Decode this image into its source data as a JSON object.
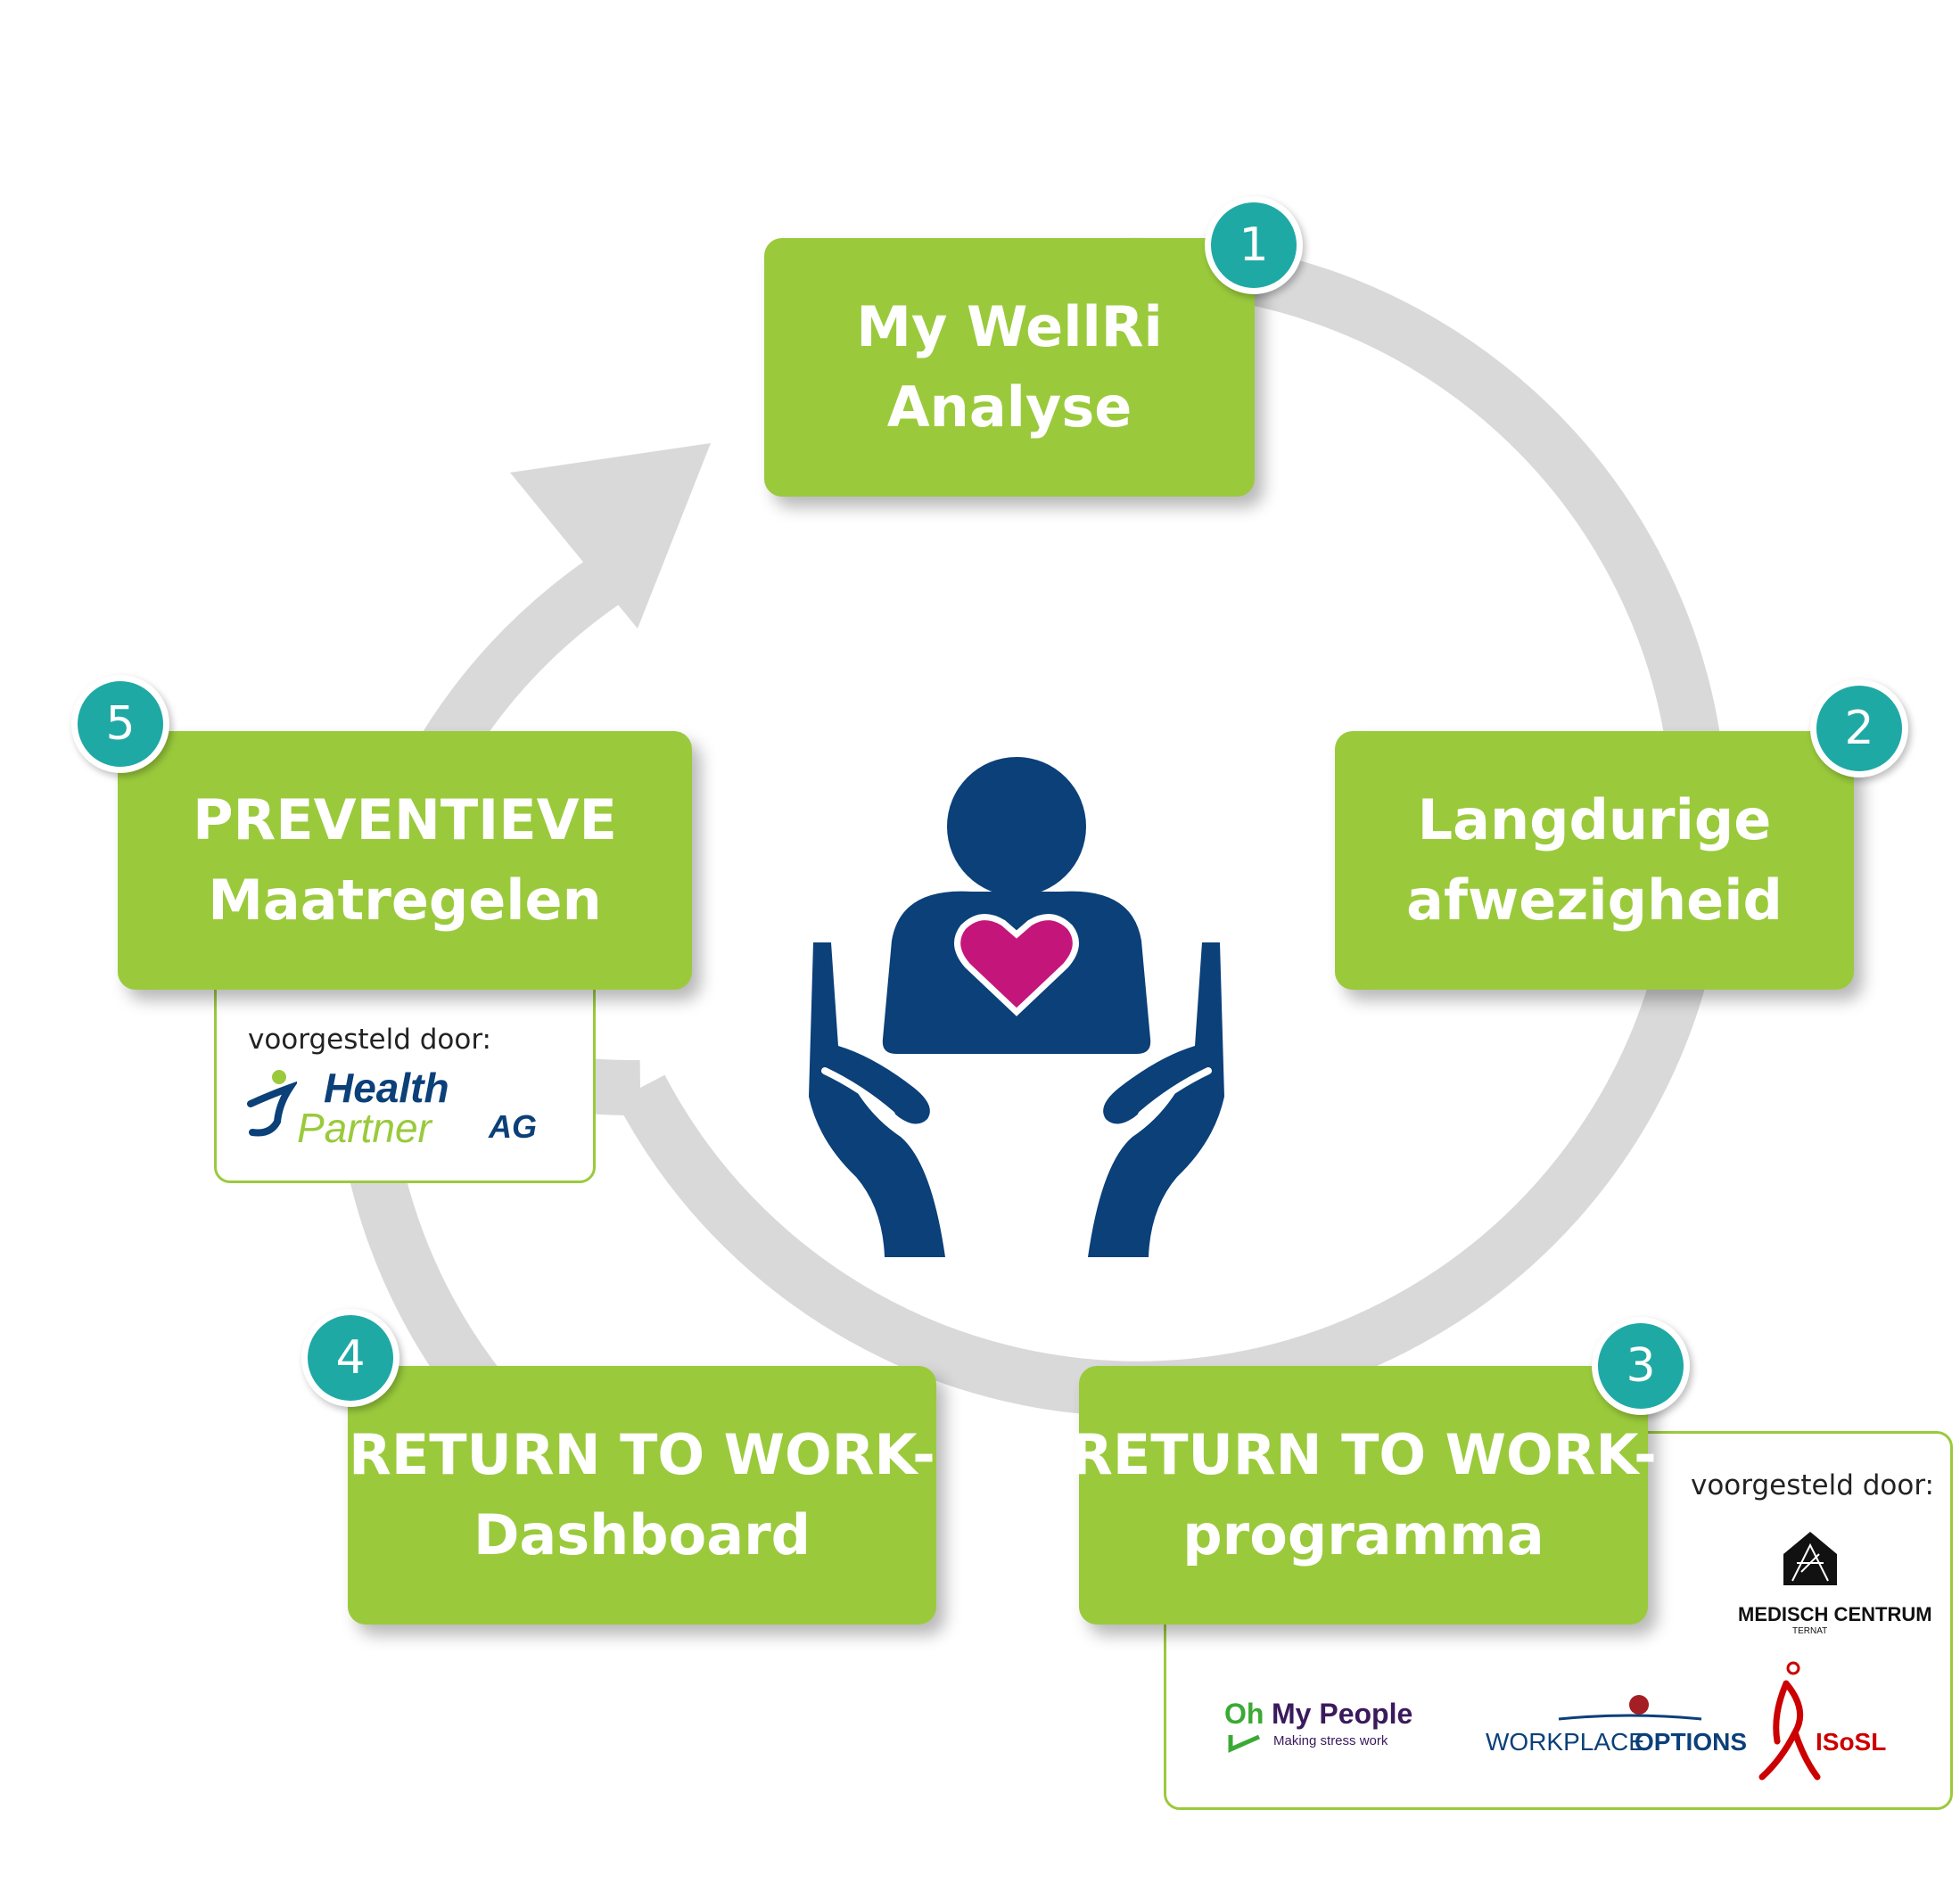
{
  "steps": [
    {
      "number": "1",
      "line1": "My WellRi",
      "line2": "Analyse"
    },
    {
      "number": "2",
      "line1": "Langdurige",
      "line2": "afwezigheid"
    },
    {
      "number": "3",
      "line1": "RETURN TO WORK-",
      "line2": "programma"
    },
    {
      "number": "4",
      "line1": "RETURN TO WORK-",
      "line2": "Dashboard"
    },
    {
      "number": "5",
      "line1": "PREVENTIEVE",
      "line2": "Maatregelen"
    }
  ],
  "sponsors_step5": {
    "label": "voorgesteld door:",
    "logos": [
      "Health",
      "Partner",
      "AG"
    ]
  },
  "sponsors_step3": {
    "label": "voorgesteld door:",
    "logos": {
      "medisch_centrum": "MEDISCH CENTRUM",
      "medisch_centrum_sub": "TERNAT",
      "ohmypeople_oh": "Oh",
      "ohmypeople_name": "My People",
      "ohmypeople_tagline": "Making stress work",
      "workplace_1": "WORKPLACE",
      "workplace_2": "OPTIONS",
      "isosl": "ISoSL"
    }
  },
  "icon": {
    "name": "person-heart-hands",
    "heart_color": "#C4167A",
    "figure_color": "#0B4079"
  },
  "colors": {
    "box_green": "#9ACA3C",
    "badge_teal": "#1FA9A5",
    "cycle_gray": "#D9D9D9"
  }
}
